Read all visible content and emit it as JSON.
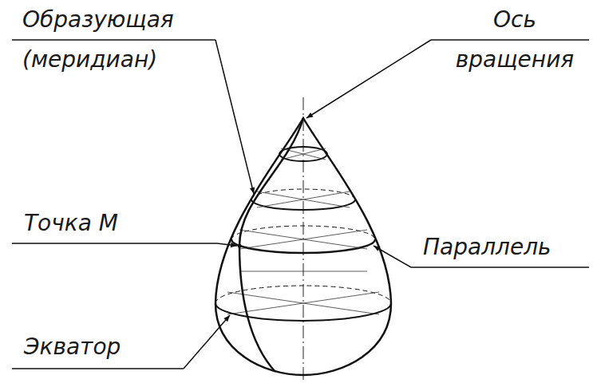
{
  "diagram": {
    "labels": [
      "Образующая (меридиан)",
      "Ось вращения",
      "Точка М",
      "Параллель",
      "Экватор"
    ]
  }
}
